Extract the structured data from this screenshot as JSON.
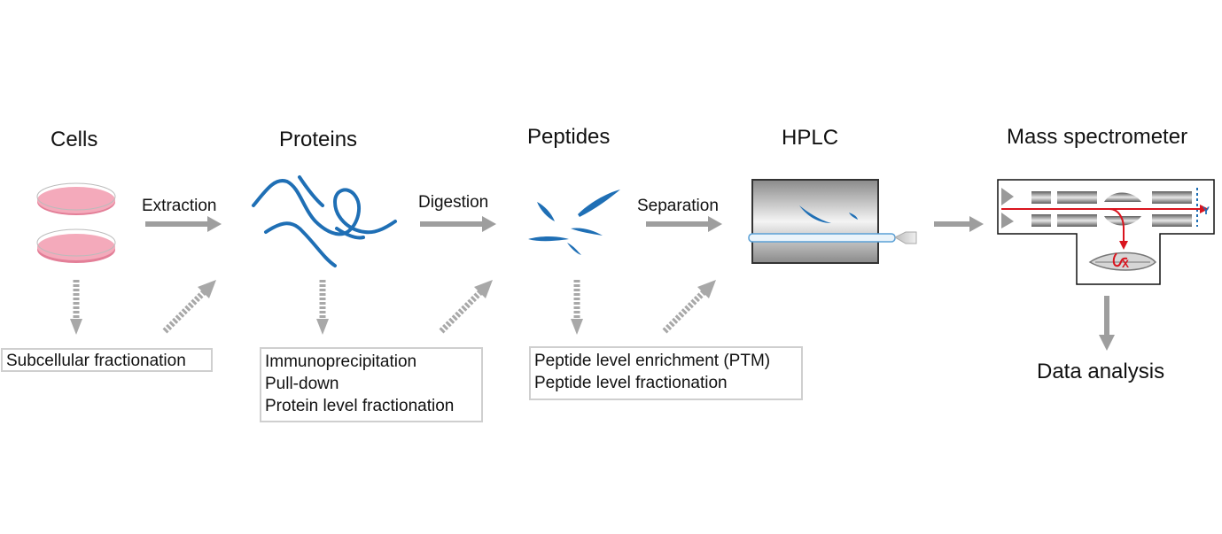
{
  "stages": {
    "cells": "Cells",
    "proteins": "Proteins",
    "peptides": "Peptides",
    "hplc": "HPLC",
    "ms": "Mass spectrometer"
  },
  "steps": {
    "extraction": "Extraction",
    "digestion": "Digestion",
    "separation": "Separation",
    "data_analysis": "Data analysis"
  },
  "boxes": {
    "cells": [
      "Subcellular fractionation"
    ],
    "proteins": [
      "Immunoprecipitation",
      "Pull-down",
      "Protein level fractionation"
    ],
    "peptides": [
      "Peptide level enrichment (PTM)",
      "Peptide level fractionation"
    ]
  },
  "ms_labels": {
    "y": "Y",
    "x": "X"
  },
  "colors": {
    "arrow": "#9e9e9e",
    "dish": "#f0a0b4",
    "molecule": "#1f6fb5",
    "beam": "#d9141e"
  }
}
